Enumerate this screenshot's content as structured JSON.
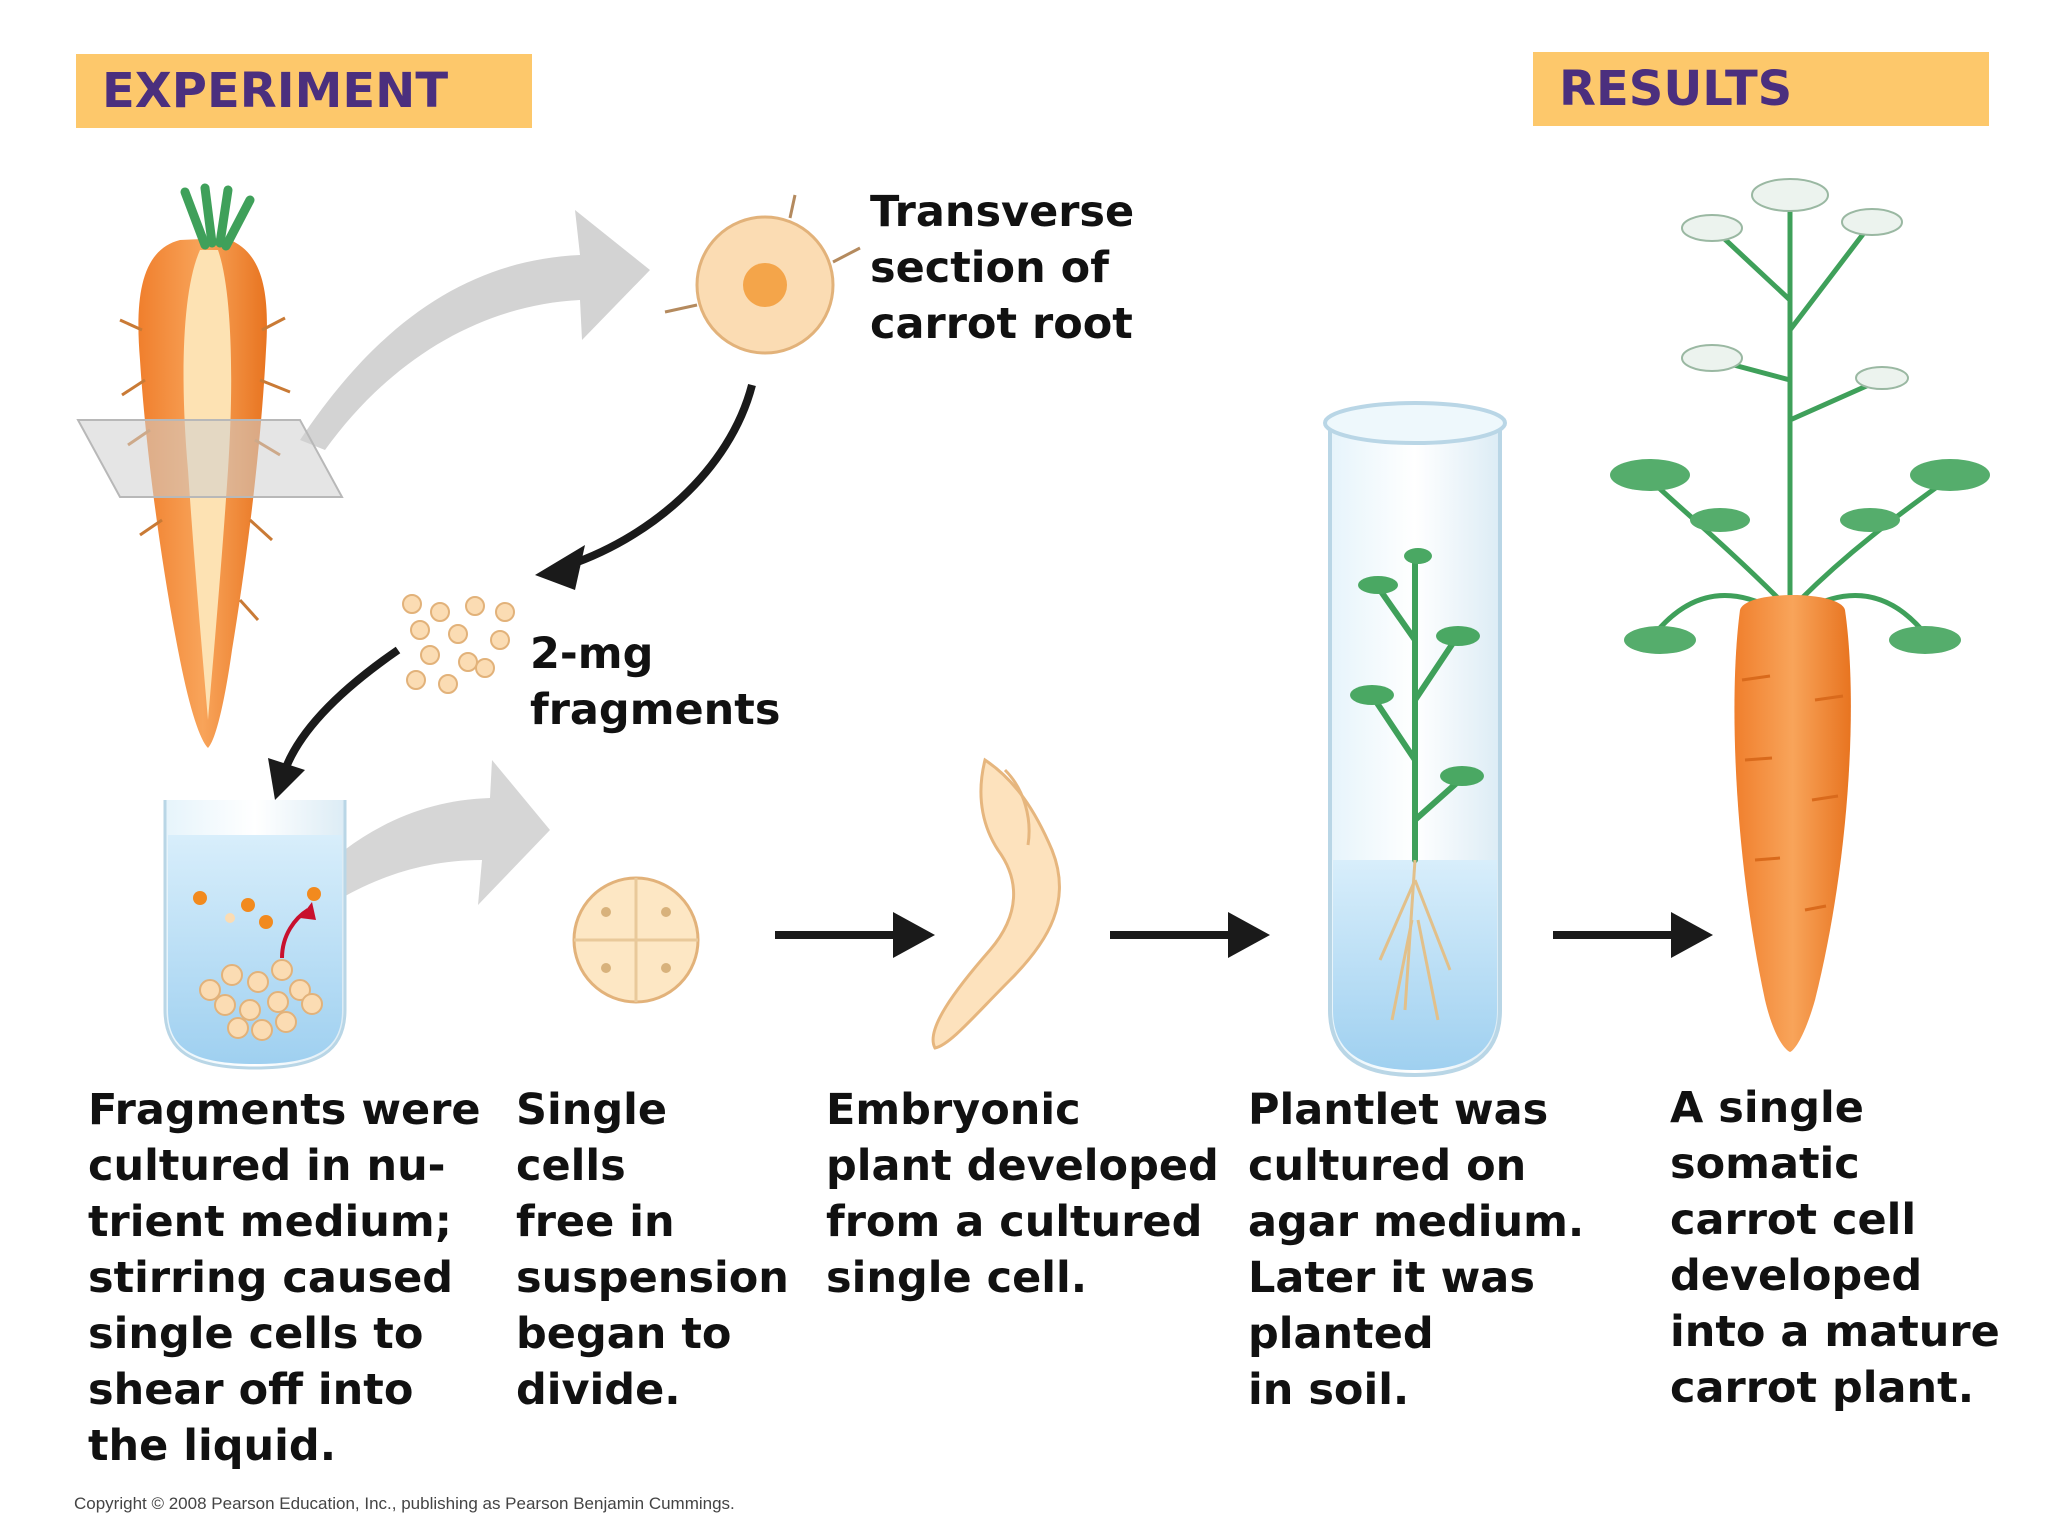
{
  "headers": {
    "experiment": "EXPERIMENT",
    "results": "RESULTS"
  },
  "labels": {
    "transverse": "Transverse\nsection of\ncarrot root",
    "fragments": "2-mg\nfragments"
  },
  "captions": {
    "step1": "Fragments were\ncultured in nu-\ntrient medium;\nstirring caused\nsingle cells to\nshear off into\nthe liquid.",
    "step2": "Single\ncells\nfree in\nsuspension\nbegan to\ndivide.",
    "step3": "Embryonic\nplant developed\nfrom a cultured\nsingle cell.",
    "step4": "Plantlet was\ncultured on\nagar medium.\nLater it was\nplanted\nin soil.",
    "step5": "A single\nsomatic\ncarrot cell\ndeveloped\ninto a mature\ncarrot plant."
  },
  "copyright": "Copyright © 2008 Pearson Education, Inc., publishing as Pearson Benjamin Cummings.",
  "colors": {
    "banner_fill": "#fdc86b",
    "banner_text": "#4b2f7e",
    "carrot_orange": "#f28a3a",
    "carrot_core": "#fde2b3",
    "leaf_green": "#3fa05a",
    "medium_blue": "#bfe0f5",
    "flow_arrow_gray": "#cfcfcf",
    "arrow_black": "#1a1a1a",
    "stir_arrow_red": "#c8102e"
  },
  "icons": {
    "carrot_root": "carrot-root-illustration",
    "cross_section": "root-cross-section",
    "fragments": "fragment-cluster",
    "flask": "culture-flask",
    "dividing_cell": "four-cell-cluster",
    "embryo": "embryonic-plant",
    "test_tube": "agar-test-tube",
    "mature_plant": "mature-carrot-plant"
  }
}
